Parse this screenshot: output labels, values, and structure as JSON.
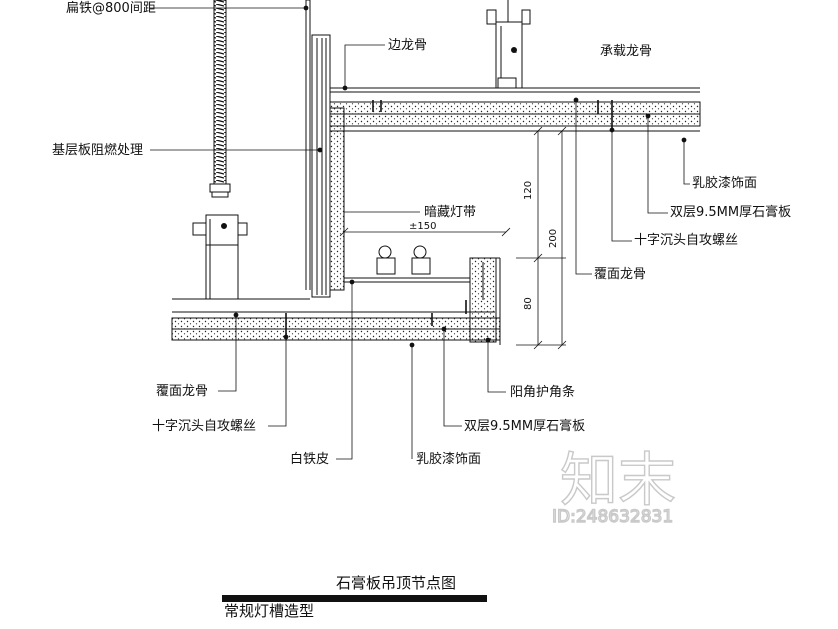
{
  "labels": {
    "flat_iron": "扁铁@800间距",
    "edge_keel": "边龙骨",
    "bearing_keel": "承载龙骨",
    "base_board": "基层板阻燃处理",
    "latex_paint_top": "乳胶漆饰面",
    "double_gypsum_top": "双层9.5MM厚石膏板",
    "screw_top": "十字沉头自攻螺丝",
    "cover_keel_right": "覆面龙骨",
    "hidden_light": "暗藏灯带",
    "cover_keel_left": "覆面龙骨",
    "screw_left": "十字沉头自攻螺丝",
    "white_iron": "白铁皮",
    "latex_paint_bottom": "乳胶漆饰面",
    "double_gypsum_bottom": "双层9.5MM厚石膏板",
    "corner_bead": "阳角护角条"
  },
  "dimensions": {
    "d120": "120",
    "d200": "200",
    "d80": "80",
    "d150": "±150"
  },
  "titles": {
    "main": "石膏板吊顶节点图",
    "sub": "常规灯槽造型"
  },
  "watermark": {
    "text": "知末",
    "id": "ID:248632831"
  }
}
